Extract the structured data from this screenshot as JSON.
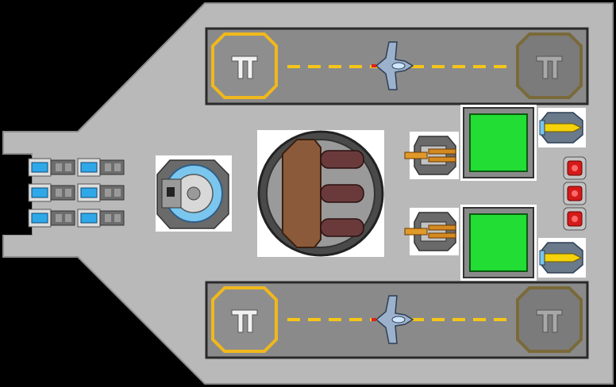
{
  "scene": {
    "type": "top-down spaceship deck",
    "colors": {
      "background": "#000000",
      "hull": "#b9b9b9",
      "hull_edge": "#8c8c8c",
      "runway": "#8a8a8a",
      "runway_stripe": "#f5c518",
      "pad_active": "#f0b81c",
      "pad_inactive": "#7a6a3a",
      "shield_green": "#22dd33",
      "cell_blue": "#2fa8e8",
      "module_red": "#d41a1a",
      "cannon_brown": "#8a5a3a",
      "barrel_maroon": "#6a3a3a",
      "reactor_blue": "#7ac6ee"
    }
  },
  "hangars": [
    {
      "name": "upper-hangar",
      "pads": [
        "active",
        "inactive"
      ],
      "ships": 1
    },
    {
      "name": "lower-hangar",
      "pads": [
        "active",
        "inactive"
      ],
      "ships": 1
    }
  ],
  "modules": {
    "energy_cells": {
      "rows": 3,
      "cols": 2,
      "count": 6
    },
    "reactor": {
      "count": 1
    },
    "main_cannon": {
      "barrels": 3
    },
    "shield_generators": {
      "count": 2
    },
    "side_guns": {
      "count": 2
    },
    "missile_launchers": {
      "count": 2
    },
    "red_modules": {
      "count": 3
    }
  },
  "icons": [
    "hangar-pad-icon",
    "fighter-ship-icon",
    "energy-cell-icon",
    "reactor-icon",
    "cannon-icon",
    "shield-icon",
    "gun-icon",
    "missile-icon",
    "red-module-icon"
  ]
}
